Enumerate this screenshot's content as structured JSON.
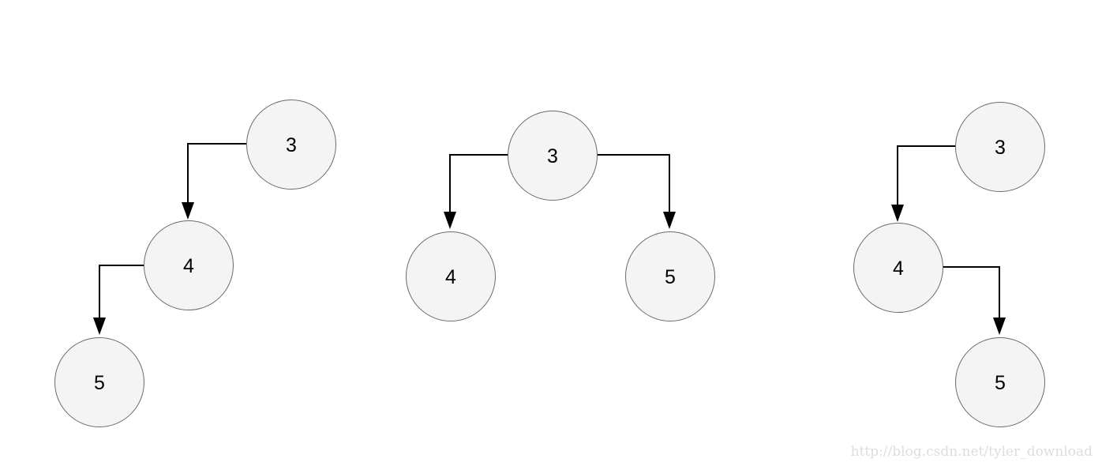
{
  "trees": [
    {
      "nodes": [
        {
          "id": "a3",
          "label": "3"
        },
        {
          "id": "a4",
          "label": "4"
        },
        {
          "id": "a5",
          "label": "5"
        }
      ],
      "edges": [
        {
          "from": "a3",
          "to": "a4"
        },
        {
          "from": "a4",
          "to": "a5"
        }
      ]
    },
    {
      "nodes": [
        {
          "id": "b3",
          "label": "3"
        },
        {
          "id": "b4",
          "label": "4"
        },
        {
          "id": "b5",
          "label": "5"
        }
      ],
      "edges": [
        {
          "from": "b3",
          "to": "b4"
        },
        {
          "from": "b3",
          "to": "b5"
        }
      ]
    },
    {
      "nodes": [
        {
          "id": "c3",
          "label": "3"
        },
        {
          "id": "c4",
          "label": "4"
        },
        {
          "id": "c5",
          "label": "5"
        }
      ],
      "edges": [
        {
          "from": "c3",
          "to": "c4"
        },
        {
          "from": "c4",
          "to": "c5"
        }
      ]
    }
  ],
  "watermark": "http://blog.csdn.net/tyler_download",
  "colors": {
    "node_fill": "#f4f4f4",
    "node_stroke": "#6b6b6b",
    "edge": "#000000",
    "watermark": "#dddddd"
  }
}
